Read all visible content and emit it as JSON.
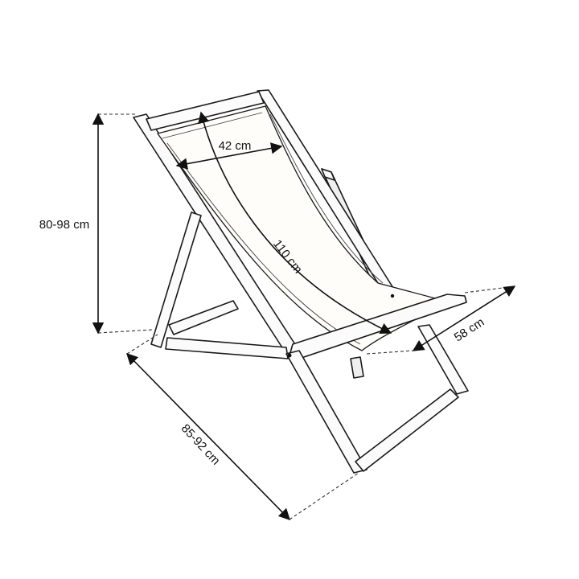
{
  "dimensions": {
    "seat_width": "42 cm",
    "fabric_length": "110 cm",
    "height": "80-98 cm",
    "width": "58 cm",
    "depth": "85-92 cm"
  },
  "colors": {
    "line": "#1a1a1a",
    "fabric": "#fefdf9",
    "background": "#ffffff"
  }
}
